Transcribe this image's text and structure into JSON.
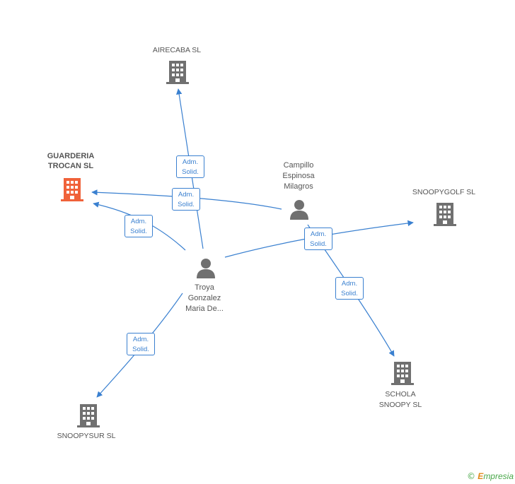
{
  "nodes": {
    "airecaba": {
      "label": "AIRECABA SL",
      "kind": "company"
    },
    "guarderia": {
      "label": "GUARDERIA\nTROCAN SL",
      "kind": "company-main"
    },
    "campillo": {
      "label": "Campillo\nEspinosa\nMilagros",
      "kind": "person"
    },
    "snoopygolf": {
      "label": "SNOOPYGOLF SL",
      "kind": "company"
    },
    "troya": {
      "label": "Troya\nGonzalez\nMaria De...",
      "kind": "person"
    },
    "schola": {
      "label": "SCHOLA\nSNOOPY SL",
      "kind": "company"
    },
    "snoopysur": {
      "label": "SNOOPYSUR  SL",
      "kind": "company"
    }
  },
  "edges": [
    {
      "from": "troya",
      "to": "airecaba",
      "label": "Adm.\nSolid."
    },
    {
      "from": "campillo",
      "to": "guarderia",
      "label": "Adm.\nSolid."
    },
    {
      "from": "troya",
      "to": "guarderia",
      "label": "Adm.\nSolid."
    },
    {
      "from": "troya",
      "to": "snoopygolf",
      "label": "Adm.\nSolid."
    },
    {
      "from": "campillo",
      "to": "schola",
      "label": "Adm.\nSolid."
    },
    {
      "from": "troya",
      "to": "snoopysur",
      "label": "Adm.\nSolid."
    }
  ],
  "colors": {
    "edge": "#3a80d0",
    "company": "#707070",
    "main_company": "#f0623a",
    "person": "#707070"
  },
  "icons": {
    "company": "building-icon",
    "person": "person-icon"
  },
  "footer": {
    "copyright": "©",
    "brand_e": "E",
    "brand_rest": "mpresia"
  }
}
